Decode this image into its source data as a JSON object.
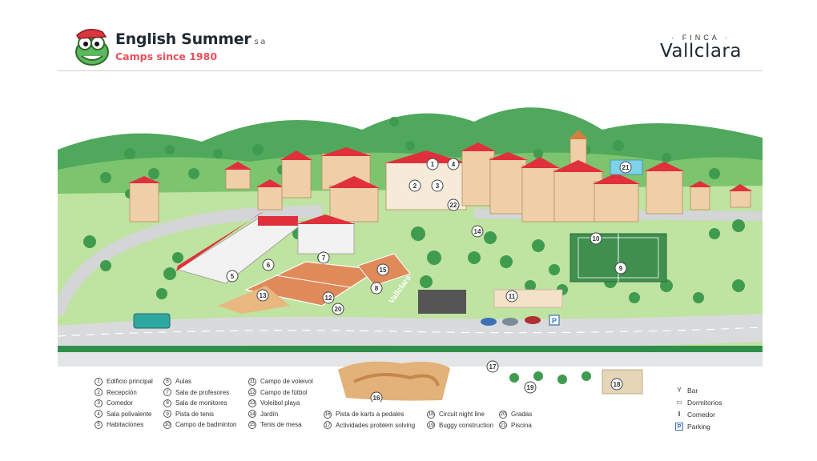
{
  "header": {
    "brand_title": "English Summer",
    "brand_suffix": "s a",
    "brand_subtitle": "Camps since 1980",
    "finca_top": "· FINCA ·",
    "finca_name": "Vallclara"
  },
  "map": {
    "sign_text": "Vallclara",
    "markers": [
      "1",
      "2",
      "3",
      "4",
      "5",
      "6",
      "7",
      "8",
      "9",
      "10",
      "11",
      "12",
      "13",
      "14",
      "15",
      "16",
      "17",
      "18",
      "19",
      "20",
      "21",
      "22"
    ]
  },
  "legend": {
    "col1": [
      {
        "num": "1",
        "label": "Edificio principal"
      },
      {
        "num": "2",
        "label": "Recepción"
      },
      {
        "num": "3",
        "label": "Comedor"
      },
      {
        "num": "4",
        "label": "Sala polivalente"
      },
      {
        "num": "5",
        "label": "Habitaciones"
      }
    ],
    "col2": [
      {
        "num": "6",
        "label": "Aulas"
      },
      {
        "num": "7",
        "label": "Sala de profesores"
      },
      {
        "num": "8",
        "label": "Sala de monitores"
      },
      {
        "num": "9",
        "label": "Pista de tenis"
      },
      {
        "num": "10",
        "label": "Campo de badminton"
      }
    ],
    "col3": [
      {
        "num": "11",
        "label": "Campo de voleivol"
      },
      {
        "num": "12",
        "label": "Campo de fútbol"
      },
      {
        "num": "13",
        "label": "Voleibol playa"
      },
      {
        "num": "14",
        "label": "Jardín"
      },
      {
        "num": "15",
        "label": "Tenis de mesa"
      }
    ],
    "col4": [
      {
        "num": "16",
        "label": "Pista de karts a pedales"
      },
      {
        "num": "17",
        "label": "Actividades problem solving"
      }
    ],
    "col5": [
      {
        "num": "18",
        "label": "Circuit night line"
      },
      {
        "num": "19",
        "label": "Buggy construction"
      }
    ],
    "col6": [
      {
        "num": "20",
        "label": "Gradas"
      },
      {
        "num": "21",
        "label": "Piscina"
      }
    ],
    "symbols": [
      {
        "icon": "bar-icon",
        "glyph": "Y",
        "label": "Bar"
      },
      {
        "icon": "bed-icon",
        "glyph": "▭",
        "label": "Dormitorios"
      },
      {
        "icon": "cutlery-icon",
        "glyph": "ǁ",
        "label": "Comedor"
      },
      {
        "icon": "parking-icon",
        "glyph": "P",
        "label": "Parking"
      }
    ]
  },
  "colors": {
    "grass": "#bfe3a0",
    "grass_dark": "#9fd27e",
    "hill": "#5fb36a",
    "road": "#d8dadb",
    "roof": "#e0303c",
    "wall": "#efcfa8",
    "court": "#e08a5a",
    "accent_red": "#e8505b"
  }
}
